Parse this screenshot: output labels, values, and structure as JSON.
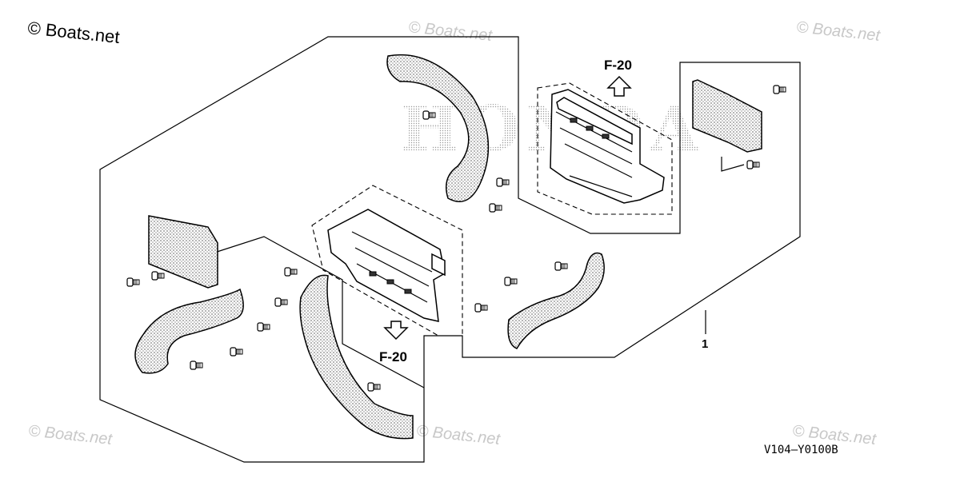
{
  "watermarks": {
    "main": "© Boats.net",
    "faded": "© Boats.net"
  },
  "brand_background": "HONDA",
  "callouts": {
    "f20_upper": "F-20",
    "f20_lower": "F-20",
    "part_ref": "1"
  },
  "diagram_code": "V104—Y0100B",
  "colors": {
    "line": "#000000",
    "watermark": "#c8c8c8",
    "background": "#ffffff"
  }
}
